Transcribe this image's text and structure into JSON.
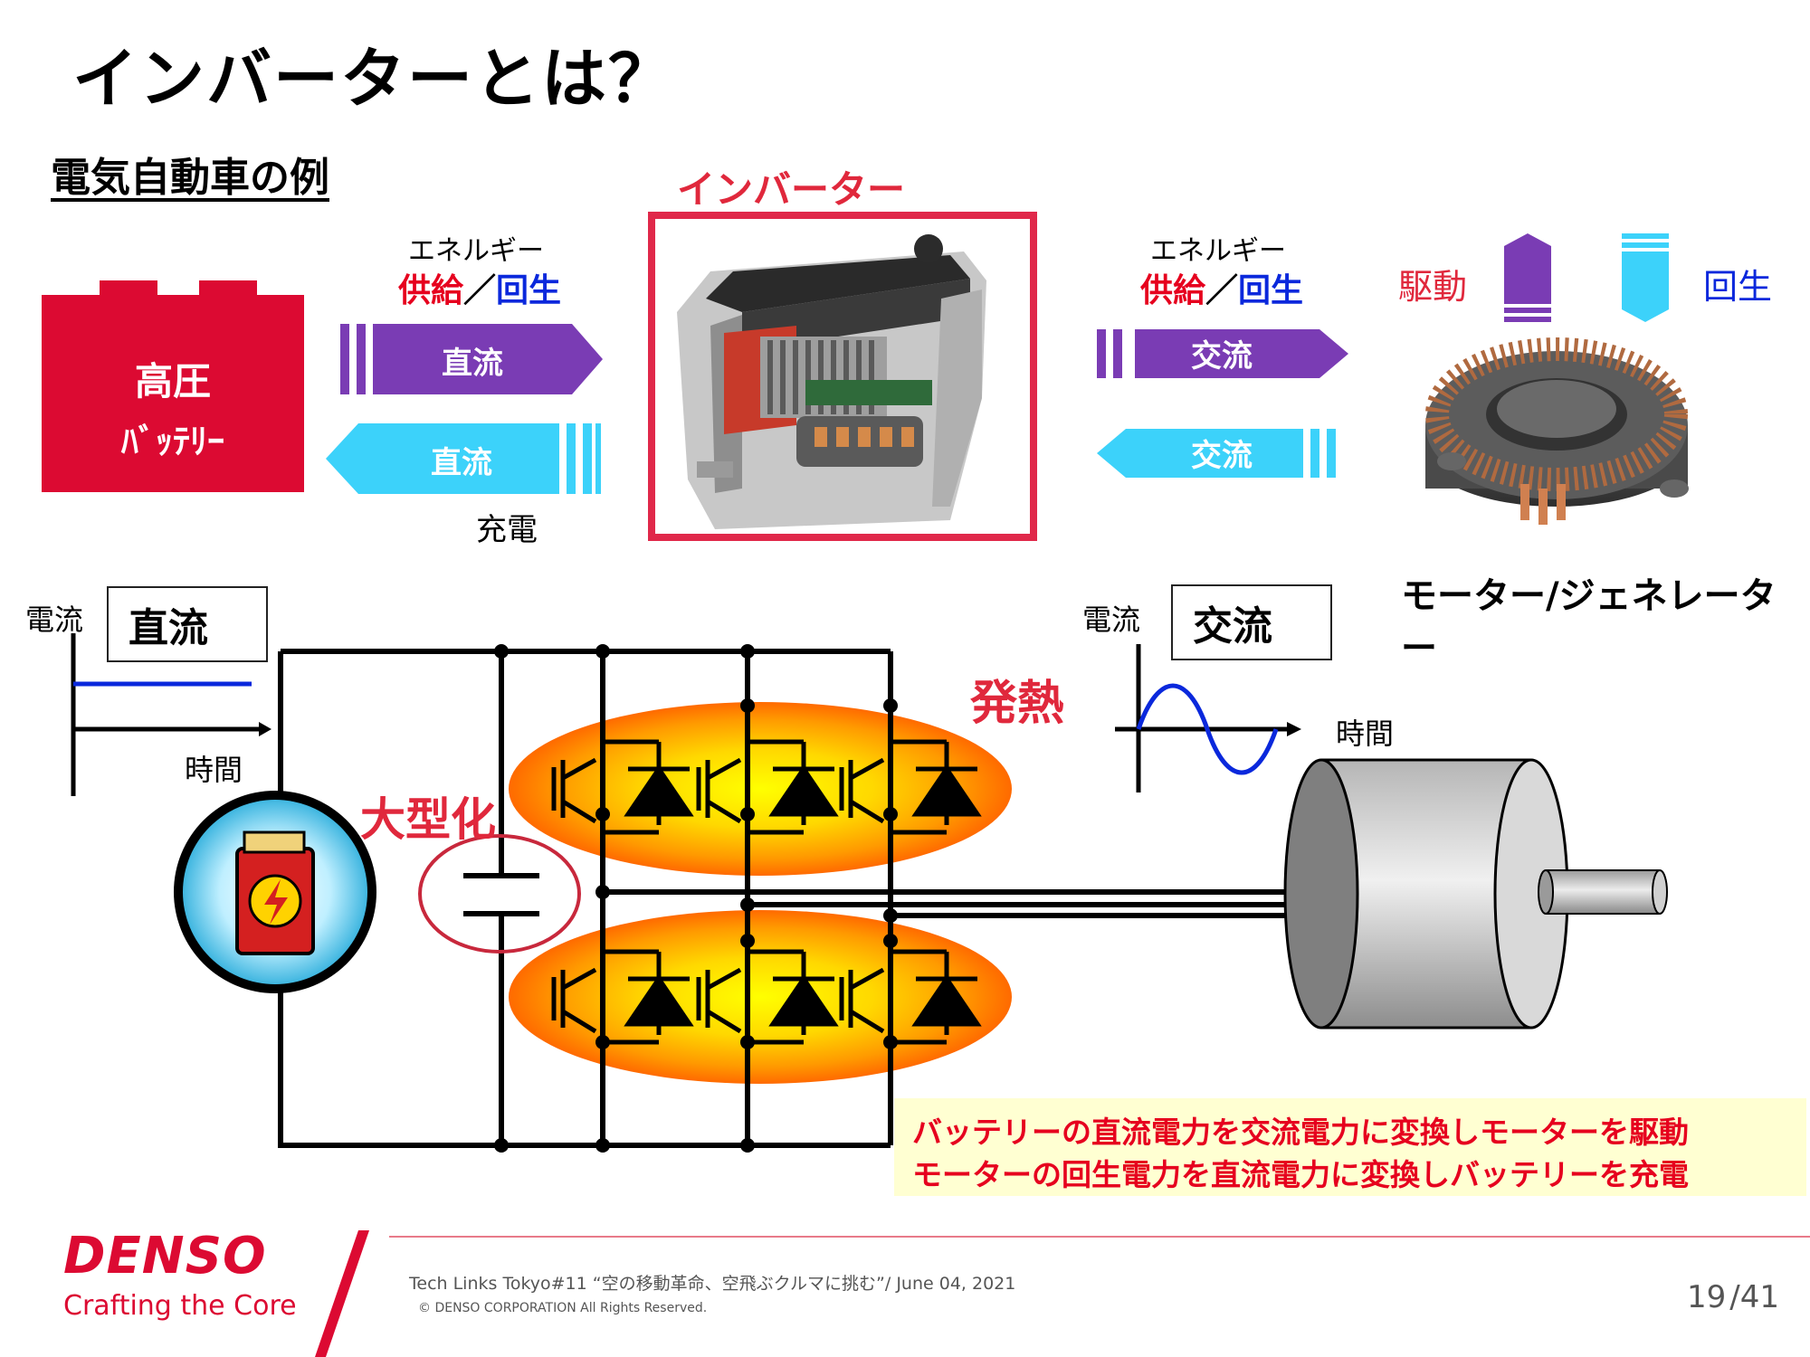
{
  "title": "インバーターとは？",
  "subtitle": "電気自動車の例",
  "battery": {
    "line1": "高圧",
    "line2": "ﾊﾞｯﾃﾘｰ"
  },
  "left_flow": {
    "energy": "エネルギー",
    "supply": "供給",
    "slash": "／",
    "regen": "回生",
    "dc_top": "直流",
    "dc_bottom": "直流",
    "charge": "充電"
  },
  "inverter": {
    "label": "インバーター"
  },
  "right_flow": {
    "energy": "エネルギー",
    "supply": "供給",
    "slash": "／",
    "regen": "回生",
    "ac_top": "交流",
    "ac_bottom": "交流"
  },
  "motor": {
    "drive": "駆動",
    "regen": "回生",
    "label": "モーター/ジェネレーター"
  },
  "dc_graph": {
    "current": "電流",
    "kind": "直流",
    "time": "時間"
  },
  "ac_graph": {
    "current": "電流",
    "kind": "交流",
    "time": "時間"
  },
  "heat": "発熱",
  "enlarge": "大型化",
  "info": {
    "line1": "バッテリーの直流電力を交流電力に変換しモーターを駆動",
    "line2": "モーターの回生電力を直流電力に変換しバッテリーを充電"
  },
  "footer": {
    "brand": "DENSO",
    "tagline": "Crafting the Core",
    "event": "Tech Links Tokyo#11 “空の移動革命、空飛ぶクルマに挑む”/ June 04, 2021",
    "copyright": "© DENSO CORPORATION All Rights Reserved.",
    "page_current": "19",
    "page_total": "/41"
  },
  "colors": {
    "red": "#dc0a32",
    "purple": "#7a3cb4",
    "cyan": "#3cd2fa",
    "blue": "#0a28dc"
  }
}
